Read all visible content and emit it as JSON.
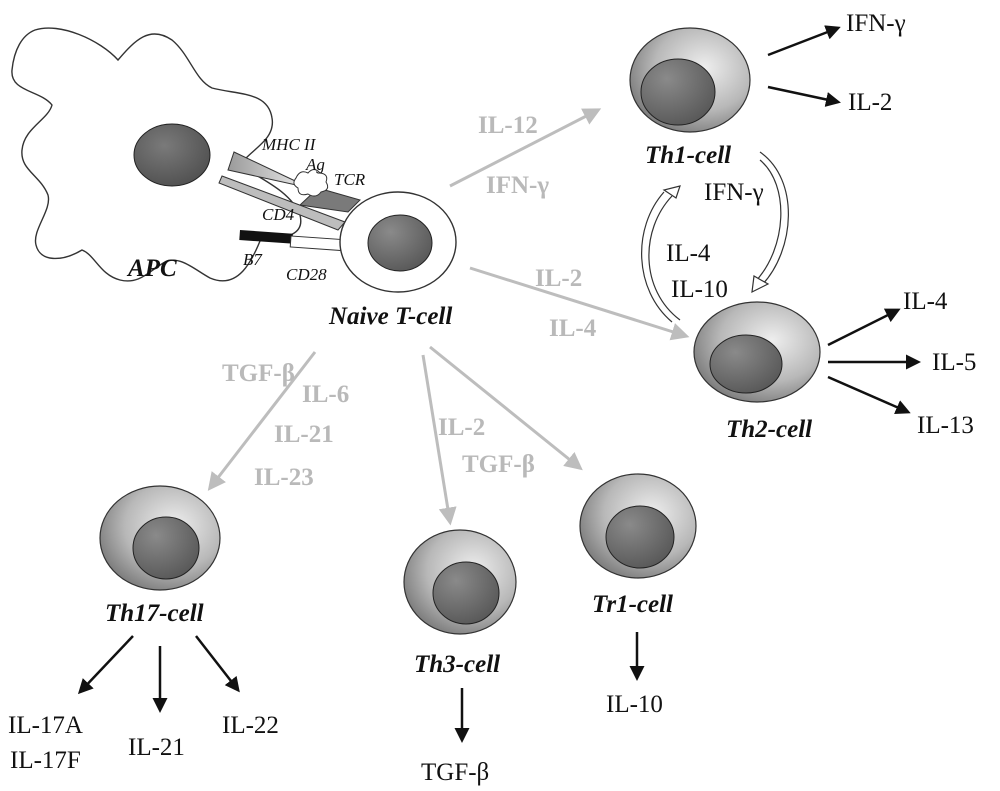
{
  "cells": {
    "apc": "APC",
    "naive": "Naive T-cell",
    "th1": "Th1-cell",
    "th2": "Th2-cell",
    "th17": "Th17-cell",
    "th3": "Th3-cell",
    "tr1": "Tr1-cell"
  },
  "molecules": {
    "mhc": "MHC II",
    "ag": "Ag",
    "tcr": "TCR",
    "cd4": "CD4",
    "b7": "B7",
    "cd28": "CD28"
  },
  "inducers": {
    "th1": [
      "IL-12",
      "IFN-γ"
    ],
    "th2": [
      "IL-2",
      "IL-4"
    ],
    "th17": [
      "TGF-β",
      "IL-6",
      "IL-21",
      "IL-23"
    ],
    "th3": [
      "IL-2",
      "TGF-β"
    ]
  },
  "crosstalk": {
    "th1_to_th2": "IFN-γ",
    "th2_to_th1": [
      "IL-4",
      "IL-10"
    ]
  },
  "products": {
    "th1": [
      "IFN-γ",
      "IL-2"
    ],
    "th2": [
      "IL-4",
      "IL-5",
      "IL-13"
    ],
    "th17": [
      "IL-17A",
      "IL-17F",
      "IL-21",
      "IL-22"
    ],
    "th3": [
      "TGF-β"
    ],
    "tr1": [
      "IL-10"
    ]
  },
  "colors": {
    "inducer_arrow": "#bdbdbd",
    "product_arrow": "#111111",
    "cell_outer": "#a8a8a8",
    "cell_nucleus": "#6e6e6e"
  }
}
